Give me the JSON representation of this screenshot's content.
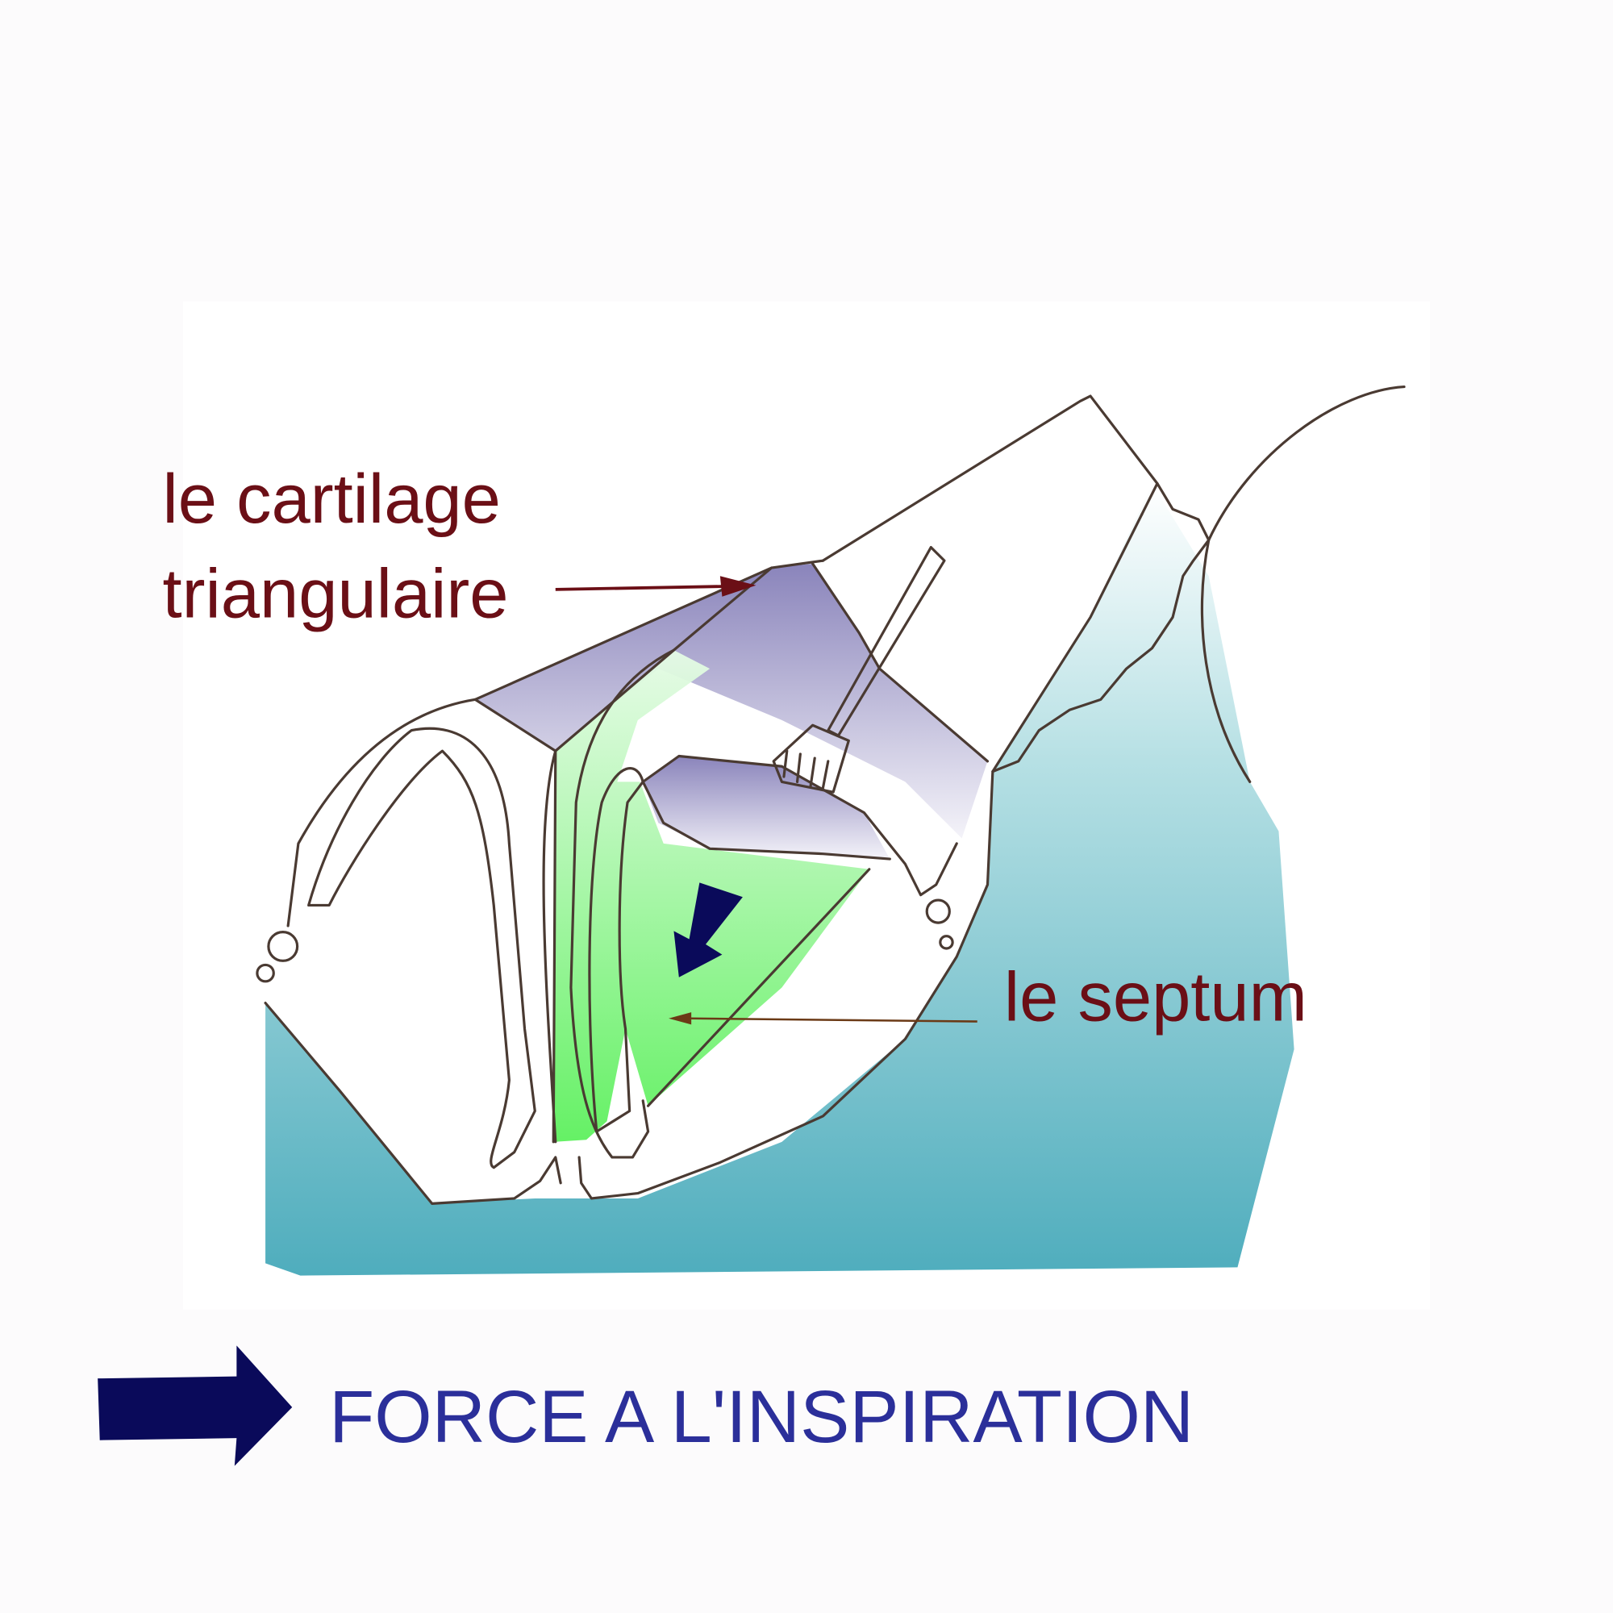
{
  "labels": {
    "cartilage_line1": "le cartilage",
    "cartilage_line2": "triangulaire",
    "septum": "le septum"
  },
  "legend": {
    "text": "FORCE A L'INSPIRATION",
    "arrow_icon": "right-arrow-icon"
  },
  "colors": {
    "label": "#6b0f16",
    "legend_text": "#2b2f9a",
    "arrow": "#0a0a5a",
    "teal": "#4fadbd",
    "purple": "#8c86bd",
    "green": "#6cf56c"
  }
}
